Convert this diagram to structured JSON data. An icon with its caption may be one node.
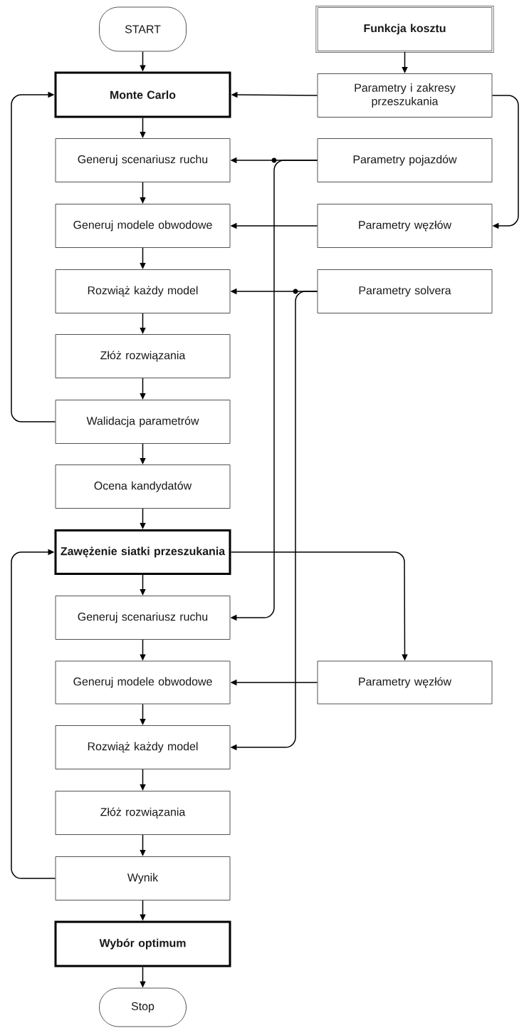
{
  "diagram": {
    "nodes": [
      {
        "text": [
          "START"
        ]
      },
      {
        "text": [
          "Funkcja kosztu"
        ]
      },
      {
        "text": [
          "Monte Carlo"
        ]
      },
      {
        "text": [
          "Parametry i zakresy przeszukania"
        ]
      },
      {
        "text": [
          "Generuj scenariusz ruchu"
        ]
      },
      {
        "text": [
          "Parametry pojazdów"
        ]
      },
      {
        "text": [
          "Generuj modele obwodowe"
        ]
      },
      {
        "text": [
          "Parametry węzłów"
        ]
      },
      {
        "text": [
          "Rozwiąż każdy model"
        ]
      },
      {
        "text": [
          "Parametry solvera"
        ]
      },
      {
        "text": [
          "Złóż rozwiązania"
        ]
      },
      {
        "text": [
          "Walidacja parametrów"
        ]
      },
      {
        "text": [
          "Ocena kandydatów"
        ]
      },
      {
        "text": [
          "Zawężenie siatki przeszukania"
        ]
      },
      {
        "text": [
          "Generuj scenariusz ruchu"
        ]
      },
      {
        "text": [
          "Generuj modele obwodowe"
        ]
      },
      {
        "text": [
          "Parametry węzłów"
        ]
      },
      {
        "text": [
          "Rozwiąż każdy model"
        ]
      },
      {
        "text": [
          "Złóż rozwiązania"
        ]
      },
      {
        "text": [
          "Wynik"
        ]
      },
      {
        "text": [
          "Wybór optimum"
        ]
      },
      {
        "text": [
          "Stop"
        ]
      }
    ],
    "edges": [
      {
        "from": 0,
        "to": 2,
        "arrow": "to"
      },
      {
        "from": 1,
        "to": 3,
        "arrow": "to"
      },
      {
        "from": 3,
        "to": 2,
        "arrow": "to"
      },
      {
        "from": 3,
        "to": 7,
        "arrow": "to"
      },
      {
        "from": 2,
        "to": 4,
        "arrow": "to"
      },
      {
        "from": 5,
        "to": 4,
        "arrow": "to"
      },
      {
        "from": 5,
        "to": 14,
        "arrow": "to"
      },
      {
        "from": 4,
        "to": 6,
        "arrow": "to"
      },
      {
        "from": 7,
        "to": 6,
        "arrow": "to"
      },
      {
        "from": 6,
        "to": 8,
        "arrow": "to"
      },
      {
        "from": 9,
        "to": 8,
        "arrow": "to"
      },
      {
        "from": 9,
        "to": 17,
        "arrow": "to"
      },
      {
        "from": 8,
        "to": 10,
        "arrow": "to"
      },
      {
        "from": 10,
        "to": 11,
        "arrow": "to"
      },
      {
        "from": 11,
        "to": 2,
        "arrow": "to"
      },
      {
        "from": 11,
        "to": 12,
        "arrow": "to"
      },
      {
        "from": 12,
        "to": 13,
        "arrow": "to"
      },
      {
        "from": 13,
        "to": 14,
        "arrow": "to"
      },
      {
        "from": 13,
        "to": 16,
        "arrow": "to"
      },
      {
        "from": 16,
        "to": 15,
        "arrow": "to"
      },
      {
        "from": 14,
        "to": 15,
        "arrow": "to"
      },
      {
        "from": 15,
        "to": 17,
        "arrow": "to"
      },
      {
        "from": 17,
        "to": 18,
        "arrow": "to"
      },
      {
        "from": 18,
        "to": 19,
        "arrow": "to"
      },
      {
        "from": 19,
        "to": 13,
        "arrow": "to"
      },
      {
        "from": 19,
        "to": 20,
        "arrow": "to"
      },
      {
        "from": 20,
        "to": 21,
        "arrow": "to"
      }
    ]
  }
}
